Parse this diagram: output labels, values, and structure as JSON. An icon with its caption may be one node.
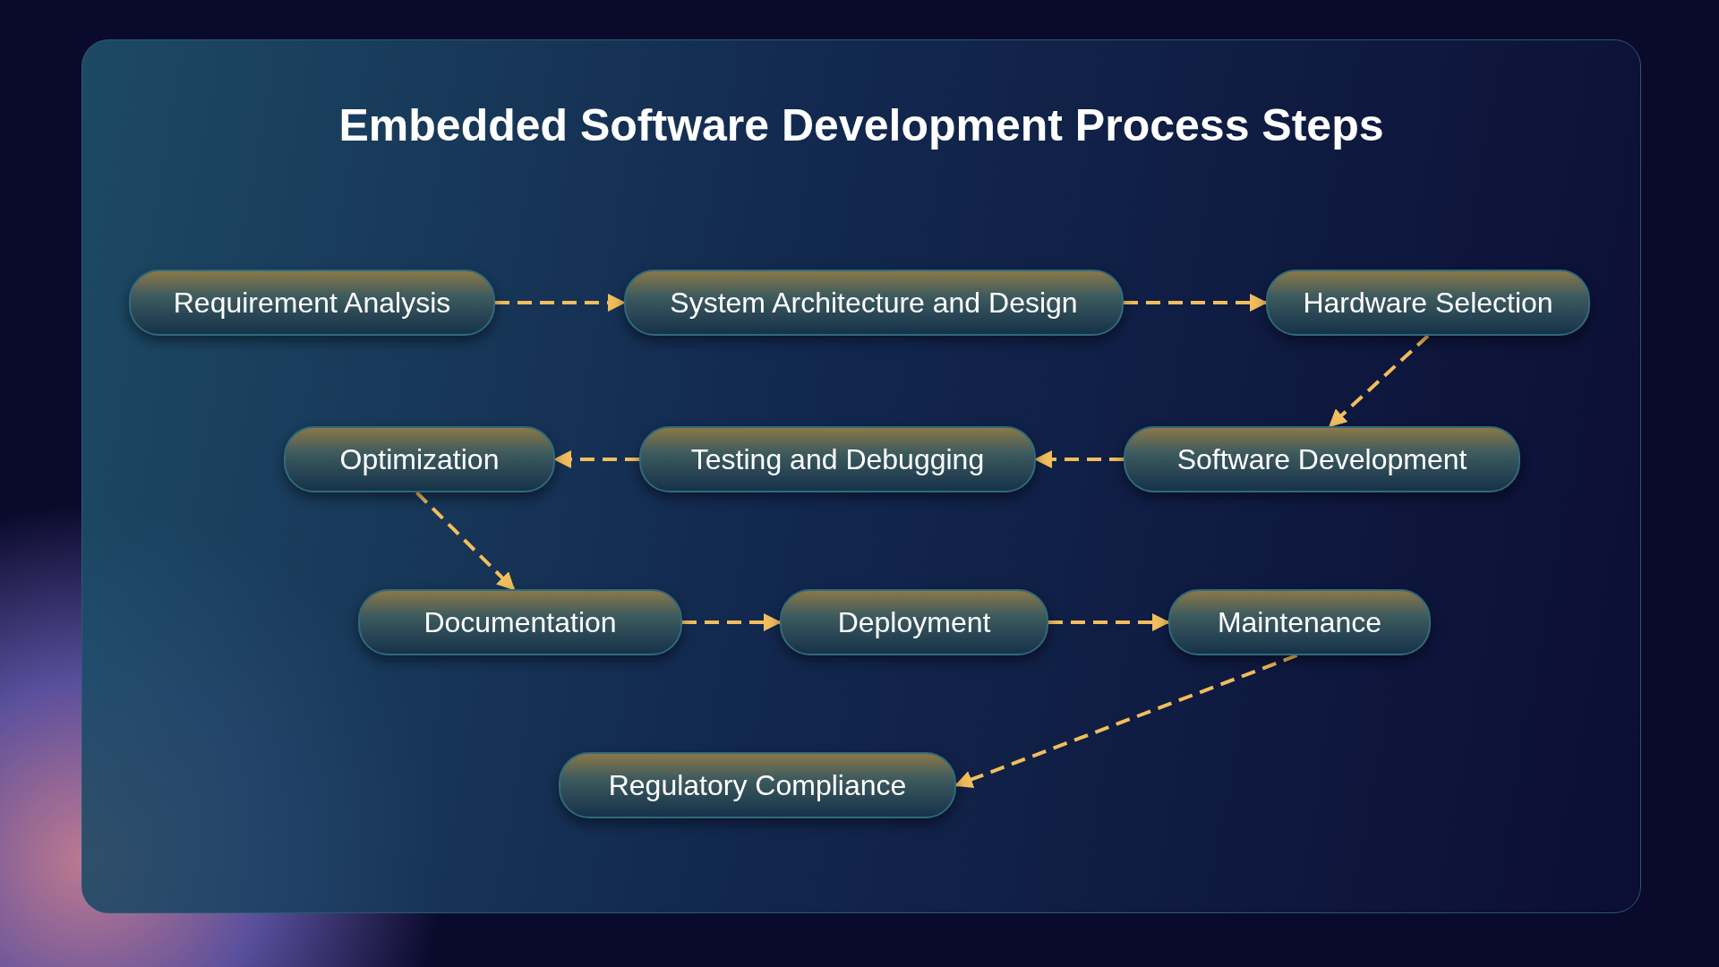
{
  "diagram": {
    "title": "Embedded Software Development Process Steps",
    "nodes": [
      {
        "text": [
          "Requirement Analysis"
        ]
      },
      {
        "text": [
          "System Architecture and Design"
        ]
      },
      {
        "text": [
          "Hardware Selection"
        ]
      },
      {
        "text": [
          "Software Development"
        ]
      },
      {
        "text": [
          "Testing and Debugging"
        ]
      },
      {
        "text": [
          "Optimization"
        ]
      },
      {
        "text": [
          "Documentation"
        ]
      },
      {
        "text": [
          "Deployment"
        ]
      },
      {
        "text": [
          "Maintenance"
        ]
      },
      {
        "text": [
          "Regulatory Compliance"
        ]
      }
    ],
    "edges": [
      {
        "from": 0,
        "to": 1,
        "arrow": "to",
        "style": "dashed"
      },
      {
        "from": 1,
        "to": 2,
        "arrow": "to",
        "style": "dashed"
      },
      {
        "from": 2,
        "to": 3,
        "arrow": "to",
        "style": "dashed"
      },
      {
        "from": 3,
        "to": 4,
        "arrow": "to",
        "style": "dashed"
      },
      {
        "from": 4,
        "to": 5,
        "arrow": "to",
        "style": "dashed"
      },
      {
        "from": 5,
        "to": 6,
        "arrow": "to",
        "style": "dashed"
      },
      {
        "from": 6,
        "to": 7,
        "arrow": "to",
        "style": "dashed"
      },
      {
        "from": 7,
        "to": 8,
        "arrow": "to",
        "style": "dashed"
      },
      {
        "from": 8,
        "to": 9,
        "arrow": "to",
        "style": "dashed"
      }
    ]
  }
}
